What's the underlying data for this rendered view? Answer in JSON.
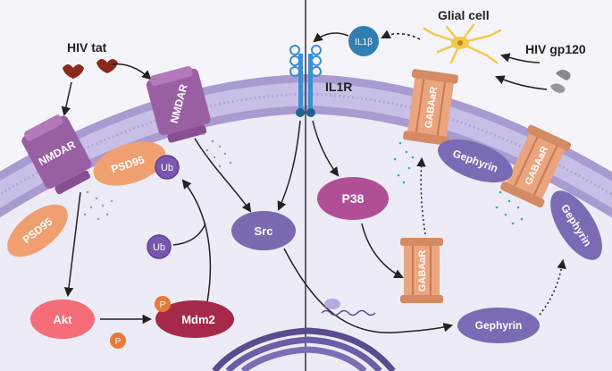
{
  "labels": {
    "hiv_tat": "HIV tat",
    "glial_cell": "Glial cell",
    "hiv_gp120": "HIV gp120",
    "il1b": "IL1β",
    "il1r": "IL1R",
    "nmdar": "NMDAR",
    "psd95": "PSD95",
    "ub": "Ub",
    "src": "Src",
    "p38": "P38",
    "akt": "Akt",
    "mdm2": "Mdm2",
    "p": "P",
    "gabaar": "GABAaR",
    "gephyrin": "Gephyrin"
  },
  "colors": {
    "background": "#ecebf6",
    "membrane_outer": "#a99ad0",
    "membrane_inner": "#c8bfe6",
    "nmdar": "#9a5fa3",
    "psd95": "#f0a070",
    "gabaar": "#eaa57e",
    "gephyrin": "#7a6bb4",
    "src": "#7c6ab0",
    "p38": "#b04f95",
    "akt": "#f46d78",
    "mdm2": "#a52a4a",
    "ub": "#7a56b0",
    "phospho": "#e87a3a",
    "il1b": "#2f7fb0",
    "il1r": "#3a8fd0",
    "glial": "#f2c94c"
  }
}
